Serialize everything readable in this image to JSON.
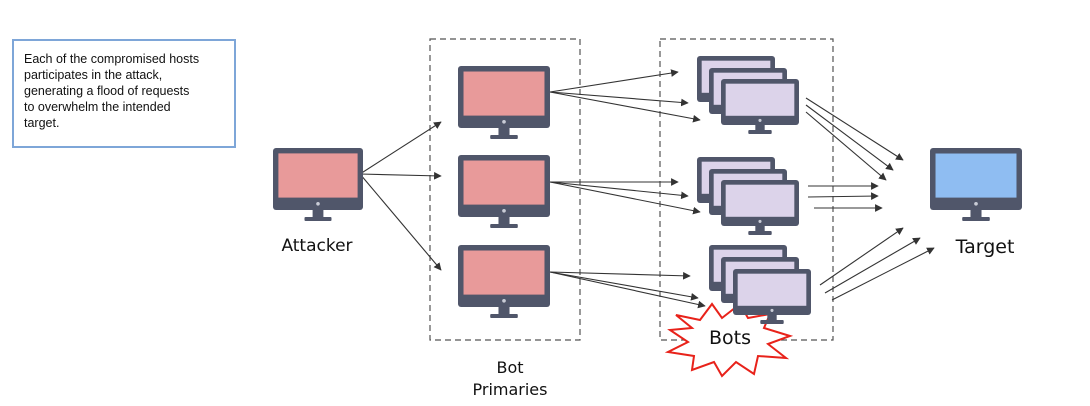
{
  "note": {
    "text": "Each of the compromised hosts\nparticipates in the attack,\ngenerating a flood of requests\nto overwhelm the intended\ntarget."
  },
  "labels": {
    "attacker": "Attacker",
    "bot_primaries": "Bot\nPrimaries",
    "bots": "Bots",
    "target": "Target"
  },
  "colors": {
    "attacker_screen": "#e89a9a",
    "primary_screen": "#e89a9a",
    "bot_screen": "#dcd3ea",
    "target_screen": "#8fbdf2",
    "monitor_frame": "#50566a",
    "burst_outline": "#e8221a",
    "arrow": "#333333",
    "group_border": "#555555",
    "note_border": "#7ea6d8"
  },
  "icons": {
    "computer": "monitor-icon",
    "burst": "explosion-burst-icon"
  }
}
